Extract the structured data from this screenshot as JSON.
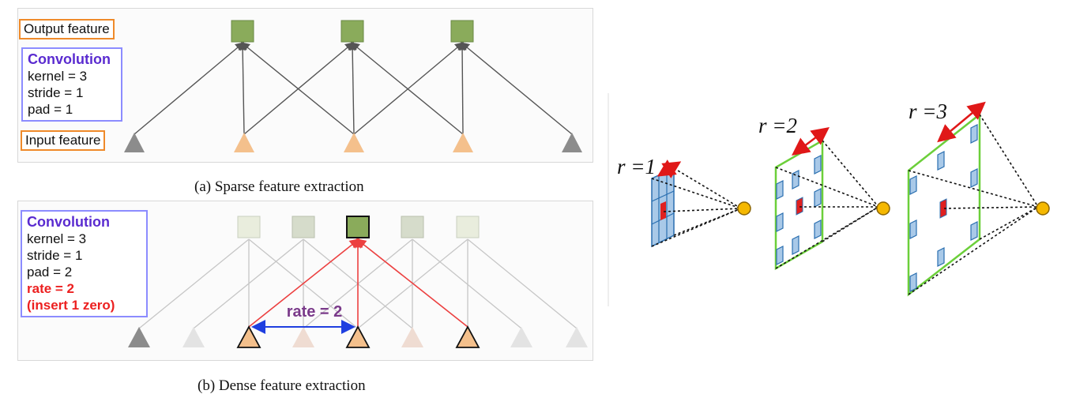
{
  "sparse": {
    "output_label": "Output feature",
    "input_label": "Input feature",
    "conv_title": "Convolution",
    "kernel": "kernel = 3",
    "stride": "stride = 1",
    "pad": "pad = 1",
    "caption": "(a) Sparse feature extraction"
  },
  "dense": {
    "conv_title": "Convolution",
    "kernel": "kernel = 3",
    "stride": "stride = 1",
    "pad": "pad = 2",
    "rate": "rate = 2",
    "insert": "(insert 1 zero)",
    "rate_arrow_label": "rate = 2",
    "caption": "(b) Dense feature extraction"
  },
  "dilation": {
    "r1": "r =1",
    "r2": "r =2",
    "r3": "r =3"
  },
  "colors": {
    "output_green": "#8aab5b",
    "input_orange": "#f4c08c",
    "pad_gray": "#8c8c8c",
    "red_line": "#ec4040",
    "blue_arrow": "#1f3fe0",
    "cell_blue": "#a9c9e8",
    "cell_red": "#e02020",
    "frame_green": "#6ccf3a",
    "node_yellow": "#f5b800"
  }
}
